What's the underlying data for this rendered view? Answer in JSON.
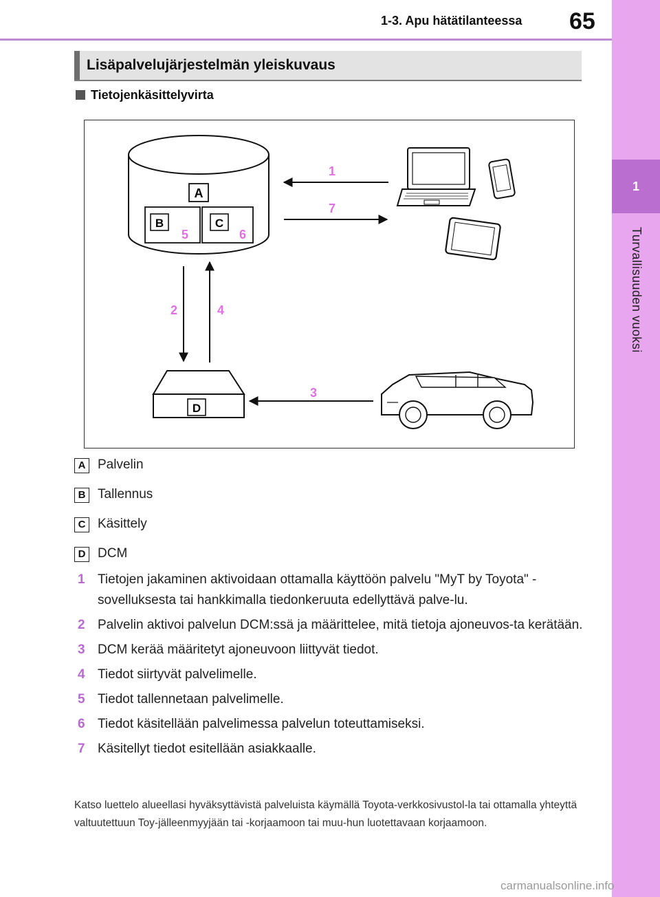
{
  "header": {
    "page_number": "65",
    "section_title": "1-3. Apu hätätilanteessa"
  },
  "side_tab": {
    "chapter_number": "1",
    "chapter_label": "Turvallisuuden vuoksi"
  },
  "heading": "Lisäpalvelujärjestelmän yleiskuvaus",
  "subheading": "Tietojenkäsittelyvirta",
  "diagram": {
    "box_labels": {
      "a": "A",
      "b": "B",
      "c": "C",
      "d": "D"
    },
    "arrow_numbers": {
      "n1": "1",
      "n2": "2",
      "n3": "3",
      "n4": "4",
      "n5": "5",
      "n6": "6",
      "n7": "7"
    },
    "number_color": "#e070e0"
  },
  "legend": [
    {
      "key": "A",
      "text": "Palvelin"
    },
    {
      "key": "B",
      "text": "Tallennus"
    },
    {
      "key": "C",
      "text": "Käsittely"
    },
    {
      "key": "D",
      "text": "DCM"
    }
  ],
  "steps": [
    {
      "num": "1",
      "text": "Tietojen jakaminen aktivoidaan ottamalla käyttöön palvelu \"MyT by Toyota\" -sovelluksesta tai hankkimalla tiedonkeruuta edellyttävä palve-lu."
    },
    {
      "num": "2",
      "text": "Palvelin aktivoi palvelun DCM:ssä ja määrittelee, mitä tietoja ajoneuvos-ta kerätään."
    },
    {
      "num": "3",
      "text": "DCM kerää määritetyt ajoneuvoon liittyvät tiedot."
    },
    {
      "num": "4",
      "text": "Tiedot siirtyvät palvelimelle."
    },
    {
      "num": "5",
      "text": "Tiedot tallennetaan palvelimelle."
    },
    {
      "num": "6",
      "text": "Tiedot käsitellään palvelimessa palvelun toteuttamiseksi."
    },
    {
      "num": "7",
      "text": "Käsitellyt tiedot esitellään asiakkaalle."
    }
  ],
  "note": "Katso luettelo alueellasi hyväksyttävistä palveluista käymällä Toyota-verkkosivustol-la tai ottamalla yhteyttä valtuutettuun Toy-jälleenmyyjään tai -korjaamoon tai muu-hun luotettavaan korjaamoon.",
  "watermark": "carmanualsonline.info",
  "colors": {
    "accent": "#b96ed0",
    "tab": "#e7a6ee"
  }
}
